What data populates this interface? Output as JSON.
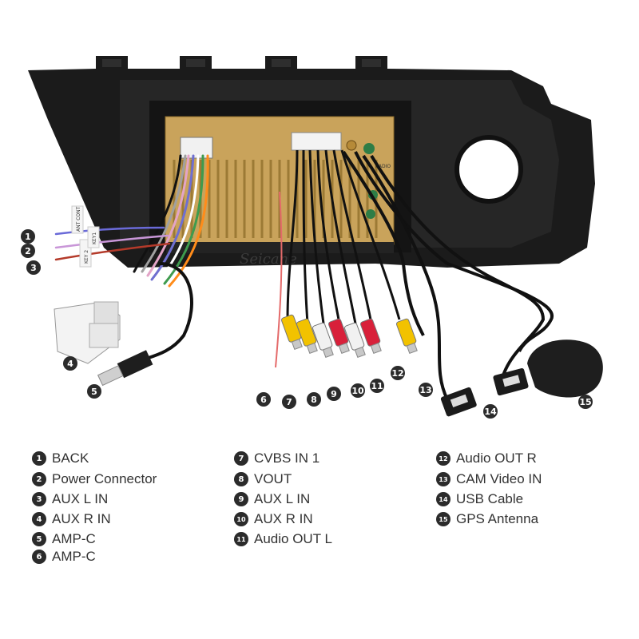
{
  "watermark": "Seicane",
  "unit_labels": {
    "radio": "RADIO",
    "ant_cont": "ANT CONT",
    "key1": "KEY1",
    "key2": "KEY 2"
  },
  "callouts": [
    "1",
    "2",
    "3",
    "4",
    "5",
    "6",
    "7",
    "8",
    "9",
    "10",
    "11",
    "12",
    "13",
    "14",
    "15"
  ],
  "legend": [
    {
      "num": "1",
      "label": "BACK"
    },
    {
      "num": "2",
      "label": "Power Connector"
    },
    {
      "num": "3",
      "label": "AUX L IN"
    },
    {
      "num": "4",
      "label": "AUX R IN"
    },
    {
      "num": "5",
      "label": "AMP-C"
    },
    {
      "num": "6",
      "label": "AMP-C"
    },
    {
      "num": "7",
      "label": "CVBS IN 1"
    },
    {
      "num": "8",
      "label": "VOUT"
    },
    {
      "num": "9",
      "label": "AUX L IN"
    },
    {
      "num": "10",
      "label": "AUX R IN"
    },
    {
      "num": "11",
      "label": "Audio OUT L"
    },
    {
      "num": "12",
      "label": "Audio OUT R"
    },
    {
      "num": "13",
      "label": "CAM Video IN"
    },
    {
      "num": "14",
      "label": "USB Cable"
    },
    {
      "num": "15",
      "label": "GPS Antenna"
    }
  ],
  "colors": {
    "frame": "#1b1b1b",
    "unit": "#c9a35b",
    "rca_yellow": "#f2c200",
    "rca_white": "#f1f1f1",
    "rca_red": "#d8203a",
    "badge": "#2b2b2b"
  }
}
